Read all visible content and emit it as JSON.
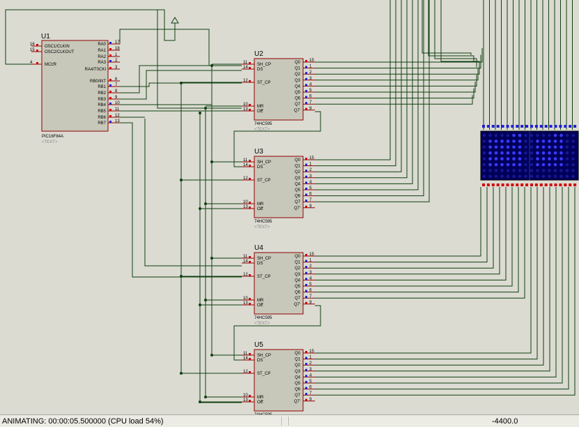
{
  "status": {
    "text": "ANIMATING: 00:00:05.500000 (CPU load 54%)",
    "coord": "-4400.0"
  },
  "u1": {
    "ref": "U1",
    "part": "PIC16F84A",
    "text": "<TEXT>",
    "left_pins": [
      {
        "num": "16",
        "label": "OSC1/CLKIN"
      },
      {
        "num": "15",
        "label": "OSC2/CLKOUT"
      },
      {
        "num": "4",
        "label": "MCLR"
      }
    ],
    "right_pins": [
      {
        "num": "17",
        "label": "RA0"
      },
      {
        "num": "18",
        "label": "RA1"
      },
      {
        "num": "1",
        "label": "RA2"
      },
      {
        "num": "2",
        "label": "RA3"
      },
      {
        "num": "3",
        "label": "RA4/T0CKI"
      },
      {
        "num": "6",
        "label": "RB0/INT"
      },
      {
        "num": "7",
        "label": "RB1"
      },
      {
        "num": "8",
        "label": "RB2"
      },
      {
        "num": "9",
        "label": "RB3"
      },
      {
        "num": "10",
        "label": "RB4"
      },
      {
        "num": "11",
        "label": "RB5"
      },
      {
        "num": "12",
        "label": "RB6"
      },
      {
        "num": "13",
        "label": "RB7"
      }
    ]
  },
  "shift": {
    "part": "74HC595",
    "text": "<TEXT>",
    "refs": [
      "U2",
      "U3",
      "U4",
      "U5"
    ],
    "left_pins": [
      {
        "num": "11",
        "label": "SH_CP"
      },
      {
        "num": "14",
        "label": "DS"
      },
      {
        "num": "12",
        "label": "ST_CP"
      },
      {
        "num": "10",
        "label": "MR"
      },
      {
        "num": "13",
        "label": "OE"
      }
    ],
    "right_pins": [
      {
        "num": "15",
        "label": "Q0"
      },
      {
        "num": "1",
        "label": "Q1"
      },
      {
        "num": "2",
        "label": "Q2"
      },
      {
        "num": "3",
        "label": "Q3"
      },
      {
        "num": "4",
        "label": "Q4"
      },
      {
        "num": "5",
        "label": "Q5"
      },
      {
        "num": "6",
        "label": "Q6"
      },
      {
        "num": "7",
        "label": "Q7"
      },
      {
        "num": "9",
        "label": "Q7'"
      }
    ]
  },
  "colors": {
    "wire": "#0f3f0f",
    "chip_fill": "#c8c8ba",
    "chip_border": "#900000",
    "pin_red": "#d00000",
    "pin_blue": "#2020d0",
    "matrix_bg": "#00005a",
    "led_on": "#3a3aff",
    "led_off": "#161690"
  },
  "matrix": {
    "cols": 16,
    "rows": 8
  }
}
